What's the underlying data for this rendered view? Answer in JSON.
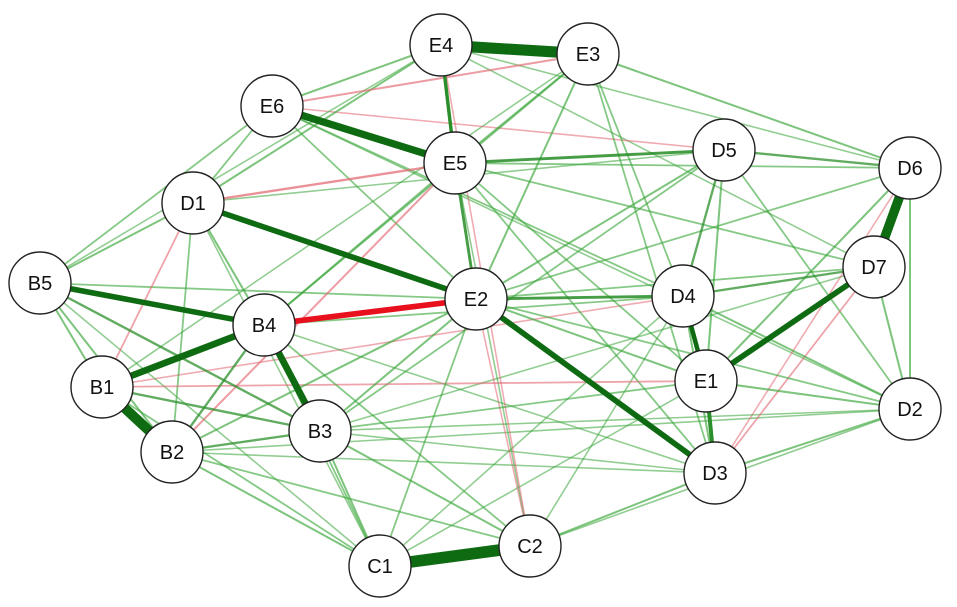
{
  "diagram": {
    "type": "weighted-network",
    "colors": {
      "positive": "#1a8a1a",
      "negative": "#e0202a",
      "node_fill": "#ffffff",
      "node_stroke": "#222222"
    },
    "nodes": [
      "E4",
      "E3",
      "E6",
      "E5",
      "D5",
      "D6",
      "D1",
      "E2",
      "D4",
      "D7",
      "B5",
      "B4",
      "E1",
      "B1",
      "D2",
      "B3",
      "B2",
      "D3",
      "C1",
      "C2"
    ],
    "edges": [
      {
        "from": "E4",
        "to": "E3",
        "weight": 0.95,
        "sign": "positive"
      },
      {
        "from": "C1",
        "to": "C2",
        "weight": 1.0,
        "sign": "positive"
      },
      {
        "from": "B1",
        "to": "B2",
        "weight": 0.85,
        "sign": "positive"
      },
      {
        "from": "D6",
        "to": "D7",
        "weight": 0.8,
        "sign": "positive"
      },
      {
        "from": "E6",
        "to": "E5",
        "weight": 0.6,
        "sign": "positive"
      },
      {
        "from": "B1",
        "to": "B4",
        "weight": 0.55,
        "sign": "positive"
      },
      {
        "from": "B4",
        "to": "B3",
        "weight": 0.55,
        "sign": "positive"
      },
      {
        "from": "D1",
        "to": "E2",
        "weight": 0.45,
        "sign": "positive"
      },
      {
        "from": "B5",
        "to": "B4",
        "weight": 0.45,
        "sign": "positive"
      },
      {
        "from": "E2",
        "to": "D3",
        "weight": 0.45,
        "sign": "positive"
      },
      {
        "from": "E1",
        "to": "D7",
        "weight": 0.45,
        "sign": "positive"
      },
      {
        "from": "D4",
        "to": "E1",
        "weight": 0.35,
        "sign": "positive"
      },
      {
        "from": "E1",
        "to": "D3",
        "weight": 0.3,
        "sign": "positive"
      },
      {
        "from": "E4",
        "to": "E5",
        "weight": 0.25,
        "sign": "positive"
      },
      {
        "from": "B4",
        "to": "E2",
        "weight": 0.45,
        "sign": "negative"
      },
      {
        "from": "E5",
        "to": "D5",
        "weight": 0.2,
        "sign": "positive"
      },
      {
        "from": "E5",
        "to": "E2",
        "weight": 0.2,
        "sign": "positive"
      },
      {
        "from": "E2",
        "to": "D4",
        "weight": 0.2,
        "sign": "positive"
      },
      {
        "from": "D4",
        "to": "D7",
        "weight": 0.15,
        "sign": "positive"
      },
      {
        "from": "D5",
        "to": "D4",
        "weight": 0.15,
        "sign": "positive"
      },
      {
        "from": "D5",
        "to": "D6",
        "weight": 0.15,
        "sign": "positive"
      },
      {
        "from": "E3",
        "to": "D6",
        "weight": 0.12,
        "sign": "positive"
      },
      {
        "from": "E3",
        "to": "E5",
        "weight": 0.12,
        "sign": "positive"
      },
      {
        "from": "E3",
        "to": "E2",
        "weight": 0.12,
        "sign": "positive"
      },
      {
        "from": "E4",
        "to": "E6",
        "weight": 0.12,
        "sign": "positive"
      },
      {
        "from": "E4",
        "to": "D1",
        "weight": 0.12,
        "sign": "positive"
      },
      {
        "from": "E6",
        "to": "D1",
        "weight": 0.1,
        "sign": "positive"
      },
      {
        "from": "E6",
        "to": "E2",
        "weight": 0.1,
        "sign": "positive"
      },
      {
        "from": "E6",
        "to": "B5",
        "weight": 0.1,
        "sign": "positive"
      },
      {
        "from": "D1",
        "to": "B5",
        "weight": 0.12,
        "sign": "positive"
      },
      {
        "from": "D1",
        "to": "B4",
        "weight": 0.12,
        "sign": "positive"
      },
      {
        "from": "D1",
        "to": "B2",
        "weight": 0.1,
        "sign": "positive"
      },
      {
        "from": "D1",
        "to": "E5",
        "weight": 0.15,
        "sign": "negative"
      },
      {
        "from": "E6",
        "to": "E3",
        "weight": 0.12,
        "sign": "negative"
      },
      {
        "from": "E3",
        "to": "B4",
        "weight": 0.1,
        "sign": "positive"
      },
      {
        "from": "E5",
        "to": "B4",
        "weight": 0.12,
        "sign": "positive"
      },
      {
        "from": "E5",
        "to": "D6",
        "weight": 0.1,
        "sign": "positive"
      },
      {
        "from": "E5",
        "to": "D7",
        "weight": 0.1,
        "sign": "positive"
      },
      {
        "from": "E5",
        "to": "E1",
        "weight": 0.1,
        "sign": "positive"
      },
      {
        "from": "E5",
        "to": "D3",
        "weight": 0.1,
        "sign": "positive"
      },
      {
        "from": "E5",
        "to": "B2",
        "weight": 0.12,
        "sign": "negative"
      },
      {
        "from": "E6",
        "to": "D4",
        "weight": 0.1,
        "sign": "positive"
      },
      {
        "from": "E6",
        "to": "D2",
        "weight": 0.08,
        "sign": "positive"
      },
      {
        "from": "E4",
        "to": "D7",
        "weight": 0.08,
        "sign": "positive"
      },
      {
        "from": "E3",
        "to": "D3",
        "weight": 0.1,
        "sign": "positive"
      },
      {
        "from": "E3",
        "to": "B1",
        "weight": 0.08,
        "sign": "positive"
      },
      {
        "from": "D5",
        "to": "E2",
        "weight": 0.12,
        "sign": "positive"
      },
      {
        "from": "D5",
        "to": "E1",
        "weight": 0.12,
        "sign": "positive"
      },
      {
        "from": "D5",
        "to": "D2",
        "weight": 0.1,
        "sign": "positive"
      },
      {
        "from": "D5",
        "to": "B3",
        "weight": 0.1,
        "sign": "positive"
      },
      {
        "from": "D5",
        "to": "E6",
        "weight": 0.08,
        "sign": "negative"
      },
      {
        "from": "D6",
        "to": "E1",
        "weight": 0.12,
        "sign": "positive"
      },
      {
        "from": "D6",
        "to": "E2",
        "weight": 0.1,
        "sign": "positive"
      },
      {
        "from": "D6",
        "to": "D2",
        "weight": 0.12,
        "sign": "positive"
      },
      {
        "from": "D6",
        "to": "E4",
        "weight": 0.08,
        "sign": "positive"
      },
      {
        "from": "D7",
        "to": "D2",
        "weight": 0.12,
        "sign": "positive"
      },
      {
        "from": "D7",
        "to": "E2",
        "weight": 0.1,
        "sign": "positive"
      },
      {
        "from": "D7",
        "to": "D3",
        "weight": 0.1,
        "sign": "negative"
      },
      {
        "from": "D7",
        "to": "B3",
        "weight": 0.08,
        "sign": "positive"
      },
      {
        "from": "D4",
        "to": "D2",
        "weight": 0.12,
        "sign": "positive"
      },
      {
        "from": "D4",
        "to": "D3",
        "weight": 0.12,
        "sign": "positive"
      },
      {
        "from": "D4",
        "to": "B4",
        "weight": 0.1,
        "sign": "positive"
      },
      {
        "from": "D4",
        "to": "B1",
        "weight": 0.08,
        "sign": "negative"
      },
      {
        "from": "D4",
        "to": "C1",
        "weight": 0.08,
        "sign": "positive"
      },
      {
        "from": "D4",
        "to": "E3",
        "weight": 0.1,
        "sign": "positive"
      },
      {
        "from": "E1",
        "to": "D2",
        "weight": 0.12,
        "sign": "positive"
      },
      {
        "from": "E1",
        "to": "B1",
        "weight": 0.1,
        "sign": "negative"
      },
      {
        "from": "E1",
        "to": "B3",
        "weight": 0.1,
        "sign": "positive"
      },
      {
        "from": "E1",
        "to": "C1",
        "weight": 0.08,
        "sign": "positive"
      },
      {
        "from": "E1",
        "to": "E2",
        "weight": 0.12,
        "sign": "positive"
      },
      {
        "from": "D2",
        "to": "D3",
        "weight": 0.12,
        "sign": "positive"
      },
      {
        "from": "D2",
        "to": "B2",
        "weight": 0.08,
        "sign": "positive"
      },
      {
        "from": "D2",
        "to": "E2",
        "weight": 0.1,
        "sign": "positive"
      },
      {
        "from": "D3",
        "to": "C2",
        "weight": 0.12,
        "sign": "positive"
      },
      {
        "from": "D3",
        "to": "B3",
        "weight": 0.08,
        "sign": "positive"
      },
      {
        "from": "D3",
        "to": "D6",
        "weight": 0.08,
        "sign": "negative"
      },
      {
        "from": "D2",
        "to": "C2",
        "weight": 0.08,
        "sign": "positive"
      },
      {
        "from": "E2",
        "to": "B3",
        "weight": 0.12,
        "sign": "positive"
      },
      {
        "from": "E2",
        "to": "B2",
        "weight": 0.12,
        "sign": "positive"
      },
      {
        "from": "E2",
        "to": "C1",
        "weight": 0.1,
        "sign": "positive"
      },
      {
        "from": "E2",
        "to": "C2",
        "weight": 0.08,
        "sign": "negative"
      },
      {
        "from": "E2",
        "to": "B5",
        "weight": 0.1,
        "sign": "positive"
      },
      {
        "from": "B5",
        "to": "B1",
        "weight": 0.12,
        "sign": "positive"
      },
      {
        "from": "B5",
        "to": "B2",
        "weight": 0.12,
        "sign": "positive"
      },
      {
        "from": "B5",
        "to": "B3",
        "weight": 0.15,
        "sign": "positive"
      },
      {
        "from": "B5",
        "to": "C1",
        "weight": 0.08,
        "sign": "positive"
      },
      {
        "from": "B4",
        "to": "B2",
        "weight": 0.15,
        "sign": "positive"
      },
      {
        "from": "B4",
        "to": "C2",
        "weight": 0.1,
        "sign": "positive"
      },
      {
        "from": "B4",
        "to": "C1",
        "weight": 0.1,
        "sign": "positive"
      },
      {
        "from": "B4",
        "to": "D3",
        "weight": 0.08,
        "sign": "positive"
      },
      {
        "from": "B1",
        "to": "B3",
        "weight": 0.15,
        "sign": "positive"
      },
      {
        "from": "B1",
        "to": "C1",
        "weight": 0.1,
        "sign": "positive"
      },
      {
        "from": "B1",
        "to": "D1",
        "weight": 0.1,
        "sign": "negative"
      },
      {
        "from": "B2",
        "to": "B3",
        "weight": 0.15,
        "sign": "positive"
      },
      {
        "from": "B2",
        "to": "C1",
        "weight": 0.12,
        "sign": "positive"
      },
      {
        "from": "B2",
        "to": "C2",
        "weight": 0.1,
        "sign": "positive"
      },
      {
        "from": "B2",
        "to": "D3",
        "weight": 0.08,
        "sign": "positive"
      },
      {
        "from": "B3",
        "to": "C2",
        "weight": 0.12,
        "sign": "positive"
      },
      {
        "from": "B3",
        "to": "C1",
        "weight": 0.12,
        "sign": "positive"
      },
      {
        "from": "B3",
        "to": "D2",
        "weight": 0.08,
        "sign": "positive"
      },
      {
        "from": "C1",
        "to": "D1",
        "weight": 0.08,
        "sign": "positive"
      },
      {
        "from": "C2",
        "to": "E5",
        "weight": 0.08,
        "sign": "positive"
      },
      {
        "from": "C2",
        "to": "D4",
        "weight": 0.08,
        "sign": "positive"
      },
      {
        "from": "C2",
        "to": "E4",
        "weight": 0.08,
        "sign": "negative"
      },
      {
        "from": "B5",
        "to": "E4",
        "weight": 0.08,
        "sign": "positive"
      },
      {
        "from": "D1",
        "to": "D5",
        "weight": 0.08,
        "sign": "positive"
      }
    ]
  }
}
